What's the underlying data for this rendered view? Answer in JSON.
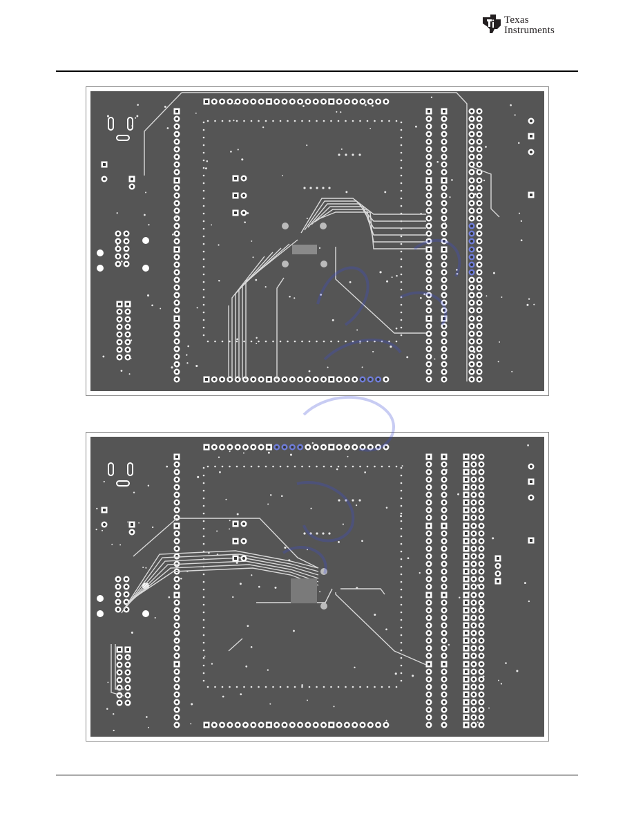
{
  "header": {
    "logo": {
      "icon": "ti-state-logo-icon",
      "line1": "Texas",
      "line2": "Instruments",
      "color": "#231f20"
    }
  },
  "figures": [
    {
      "layer": "top",
      "board_color": "#555555",
      "trace_color": "#d9d9d9",
      "via_highlight": "#6f7dd8"
    },
    {
      "layer": "bottom",
      "board_color": "#555555",
      "trace_color": "#d9d9d9",
      "via_highlight": "#6f7dd8"
    }
  ],
  "watermark": {
    "color": "#3c4bd6"
  }
}
